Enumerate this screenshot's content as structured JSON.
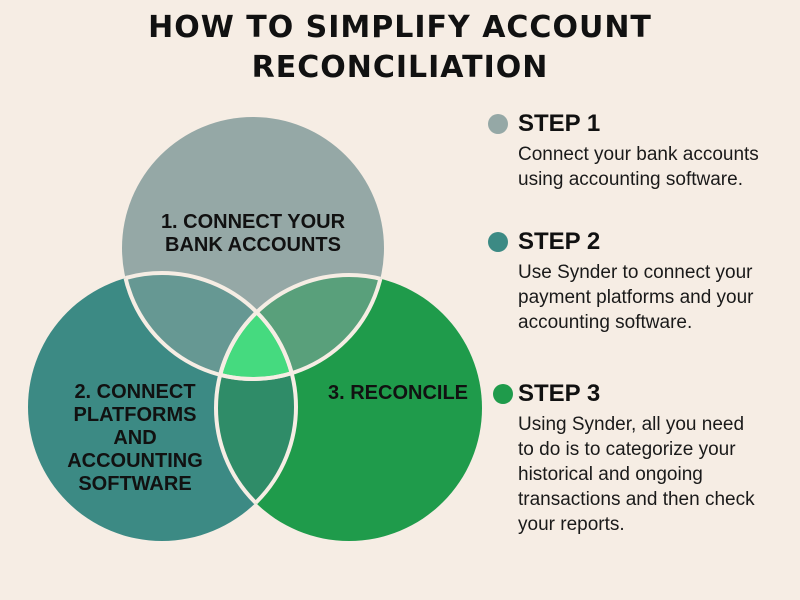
{
  "title": {
    "line1": "HOW TO SIMPLIFY ACCOUNT",
    "line2": "RECONCILIATION"
  },
  "venn": {
    "circles": [
      {
        "id": "bank",
        "label_line1": "1. CONNECT YOUR",
        "label_line2": "BANK ACCOUNTS",
        "color": "#95a8a6"
      },
      {
        "id": "platforms",
        "label_lines": [
          "2. CONNECT",
          "PLATFORMS",
          "AND",
          "ACCOUNTING",
          "SOFTWARE"
        ],
        "color": "#3c8a84"
      },
      {
        "id": "reconcile",
        "label_line1": "3. RECONCILE",
        "color": "#1f9b4b"
      }
    ],
    "overlap_colors": {
      "bank_platforms": "#669893",
      "bank_reconcile": "#59a07b",
      "platforms_reconcile": "#2f8c68",
      "center": "#45da7f"
    },
    "outline_color": "#f6ede4"
  },
  "steps": [
    {
      "heading": "STEP 1",
      "description": "Connect your bank accounts using accounting software.",
      "dot_color": "#95a8a6"
    },
    {
      "heading": "STEP 2",
      "description": "Use Synder to connect your payment platforms and your accounting software.",
      "dot_color": "#3c8a84"
    },
    {
      "heading": "STEP 3",
      "description": "Using Synder, all you need to do is to categorize your historical and ongoing transactions and then check your reports.",
      "dot_color": "#1f9b4b"
    }
  ]
}
